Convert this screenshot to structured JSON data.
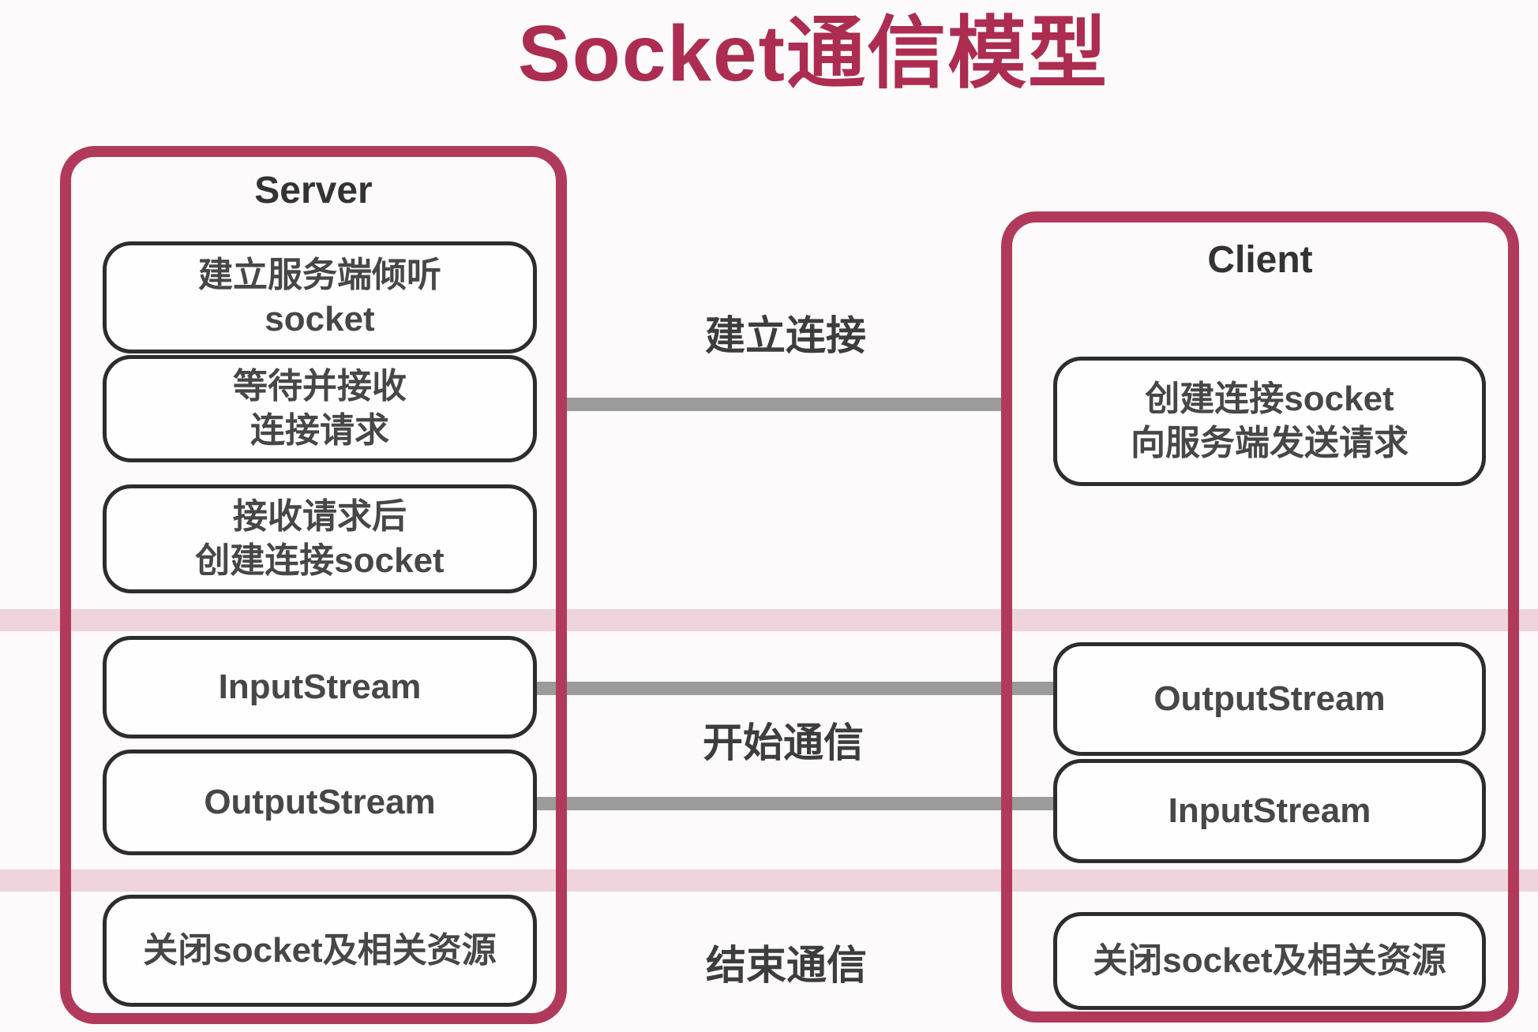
{
  "title": "Socket通信模型",
  "colors": {
    "accent_title": "#ac2d51",
    "container_border": "#b13a5c",
    "divider_band": "#eed3dc",
    "connector_line": "#9b9b9b",
    "box_border": "#2d2d2d",
    "box_text": "#474747"
  },
  "server": {
    "label": "Server",
    "boxes": [
      {
        "lines": [
          "建立服务端倾听",
          "socket"
        ]
      },
      {
        "lines": [
          "等待并接收",
          "连接请求"
        ]
      },
      {
        "lines": [
          "接收请求后",
          "创建连接socket"
        ]
      },
      {
        "lines": [
          "InputStream"
        ]
      },
      {
        "lines": [
          "OutputStream"
        ]
      },
      {
        "lines": [
          "关闭socket及相关资源"
        ]
      }
    ]
  },
  "client": {
    "label": "Client",
    "boxes": [
      {
        "lines": [
          "创建连接socket",
          "向服务端发送请求"
        ]
      },
      {
        "lines": [
          "OutputStream"
        ]
      },
      {
        "lines": [
          "InputStream"
        ]
      },
      {
        "lines": [
          "关闭socket及相关资源"
        ]
      }
    ]
  },
  "connections": [
    {
      "label": "建立连接"
    },
    {
      "label": "开始通信"
    },
    {
      "label": "结束通信"
    }
  ]
}
